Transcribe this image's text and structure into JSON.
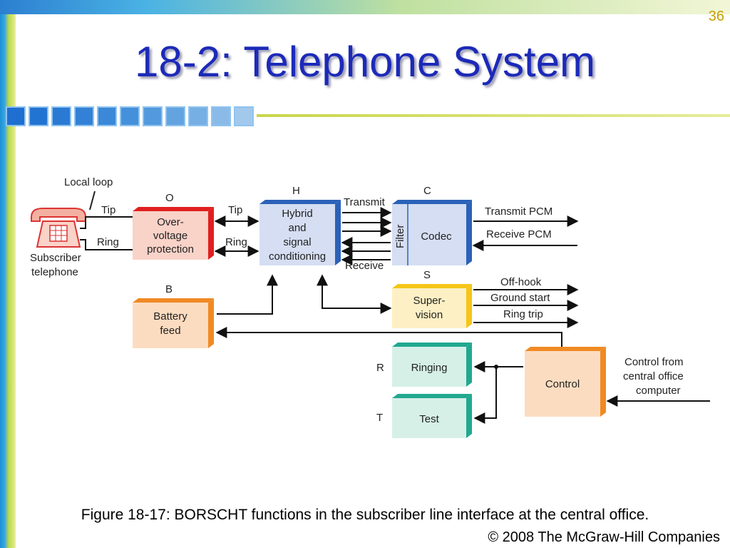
{
  "slide": {
    "page_number": "36",
    "title": "18-2: Telephone System",
    "caption": "Figure 18-17: BORSCHT functions in the subscriber line interface at the central office.",
    "copyright": "© 2008 The McGraw-Hill Companies"
  },
  "diagram": {
    "phone": {
      "top_label": "Local loop",
      "label1": "Subscriber",
      "label2": "telephone",
      "tip": "Tip",
      "ring": "Ring"
    },
    "overvoltage": {
      "letter": "O",
      "line1": "Over-",
      "line2": "voltage",
      "line3": "protection",
      "tip": "Tip",
      "ring": "Ring"
    },
    "hybrid": {
      "letter": "H",
      "line1": "Hybrid",
      "line2": "and",
      "line3": "signal",
      "line4": "conditioning",
      "transmit": "Transmit",
      "receive": "Receive"
    },
    "codec": {
      "letter": "C",
      "filter": "Filter",
      "label": "Codec",
      "transmit_pcm": "Transmit PCM",
      "receive_pcm": "Receive PCM"
    },
    "battery": {
      "letter": "B",
      "line1": "Battery",
      "line2": "feed"
    },
    "supervision": {
      "letter": "S",
      "line1": "Super-",
      "line2": "vision",
      "off_hook": "Off-hook",
      "ground_start": "Ground start",
      "ring_trip": "Ring trip"
    },
    "ringing": {
      "letter": "R",
      "label": "Ringing"
    },
    "test": {
      "letter": "T",
      "label": "Test"
    },
    "control": {
      "label": "Control",
      "input1": "Control from",
      "input2": "central office",
      "input3": "computer"
    }
  },
  "colors": {
    "title": "#1c2ab8",
    "red": "#e02020",
    "blue": "#2b62b8",
    "orange": "#f08a24",
    "yellow": "#f5c518",
    "teal": "#22a890",
    "box_red_fill": "#f9d2c8",
    "box_blue_fill": "#d5def2",
    "box_orange_fill": "#fcdcc0",
    "box_yellow_fill": "#fdf0c4",
    "box_teal_fill": "#d6f0e8"
  }
}
